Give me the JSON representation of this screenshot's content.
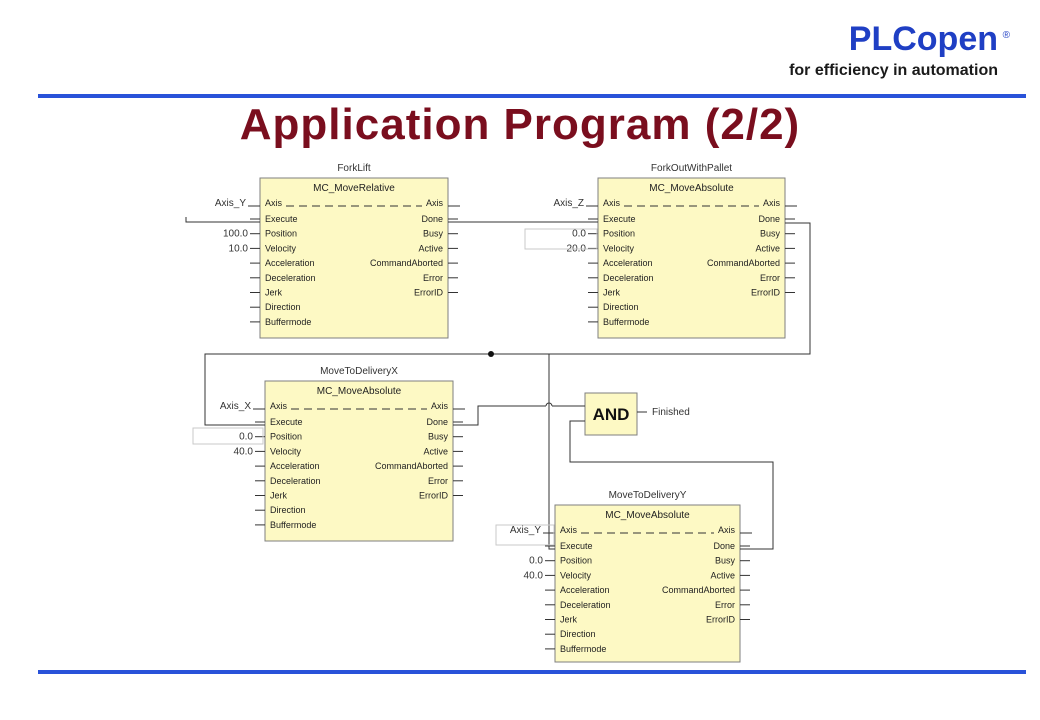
{
  "logo": {
    "name": "PLCopen",
    "registered": "®",
    "tagline": "for efficiency in automation"
  },
  "title": "Application Program (2/2)",
  "inputs": [
    "Execute",
    "Position",
    "Velocity",
    "Acceleration",
    "Deceleration",
    "Jerk",
    "Direction",
    "Buffermode"
  ],
  "outputs": [
    "Done",
    "Busy",
    "Active",
    "CommandAborted",
    "Error",
    "ErrorID"
  ],
  "axis_pin": "Axis",
  "blocks": [
    {
      "id": "forklift",
      "instance": "ForkLift",
      "type": "MC_MoveRelative",
      "axis": "Axis_Y",
      "position": "100.0",
      "velocity": "10.0"
    },
    {
      "id": "forkout",
      "instance": "ForkOutWithPallet",
      "type": "MC_MoveAbsolute",
      "axis": "Axis_Z",
      "position": "0.0",
      "velocity": "20.0"
    },
    {
      "id": "deliveryx",
      "instance": "MoveToDeliveryX",
      "type": "MC_MoveAbsolute",
      "axis": "Axis_X",
      "position": "0.0",
      "velocity": "40.0"
    },
    {
      "id": "deliveryy",
      "instance": "MoveToDeliveryY",
      "type": "MC_MoveAbsolute",
      "axis": "Axis_Y",
      "position": "0.0",
      "velocity": "40.0"
    }
  ],
  "and_gate": {
    "label": "AND",
    "output": "Finished"
  }
}
